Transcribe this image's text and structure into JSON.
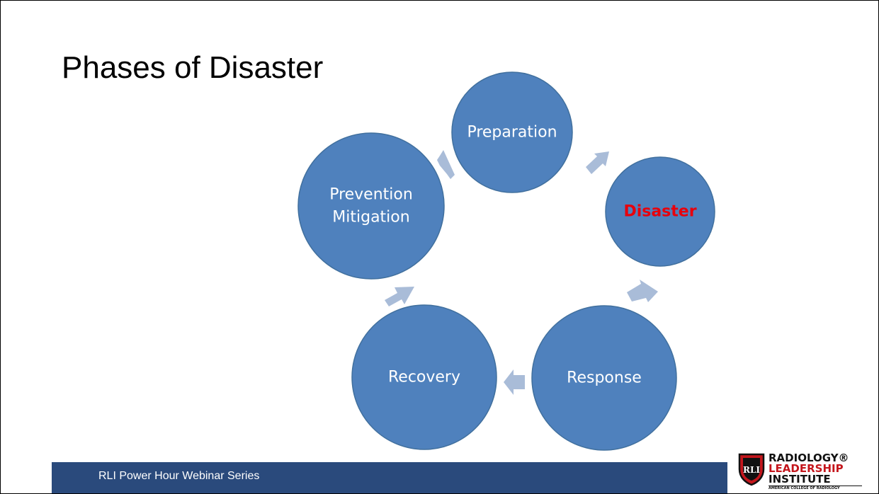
{
  "slide": {
    "title": "Phases of Disaster",
    "footer": "RLI Power Hour Webinar Series"
  },
  "cycle": {
    "nodes": [
      {
        "id": "preparation",
        "lines": [
          "Preparation"
        ],
        "highlight": false
      },
      {
        "id": "disaster",
        "lines": [
          "Disaster"
        ],
        "highlight": true
      },
      {
        "id": "response",
        "lines": [
          "Response"
        ],
        "highlight": false
      },
      {
        "id": "recovery",
        "lines": [
          "Recovery"
        ],
        "highlight": false
      },
      {
        "id": "prevention-mitigation",
        "lines": [
          "Prevention",
          "Mitigation"
        ],
        "highlight": false
      }
    ]
  },
  "logo": {
    "line1": "RADIOLOGY®",
    "line2": "LEADERSHIP",
    "line3": "INSTITUTE",
    "subline": "AMERICAN COLLEGE OF RADIOLOGY",
    "shield_text": "RLI"
  },
  "colors": {
    "node_fill": "#4f81bd",
    "node_stroke": "#41709e",
    "arrow": "#a9bcd8",
    "highlight_text": "#e8000c",
    "footer_bar": "#2a4a7c",
    "logo_red": "#c4161c"
  }
}
